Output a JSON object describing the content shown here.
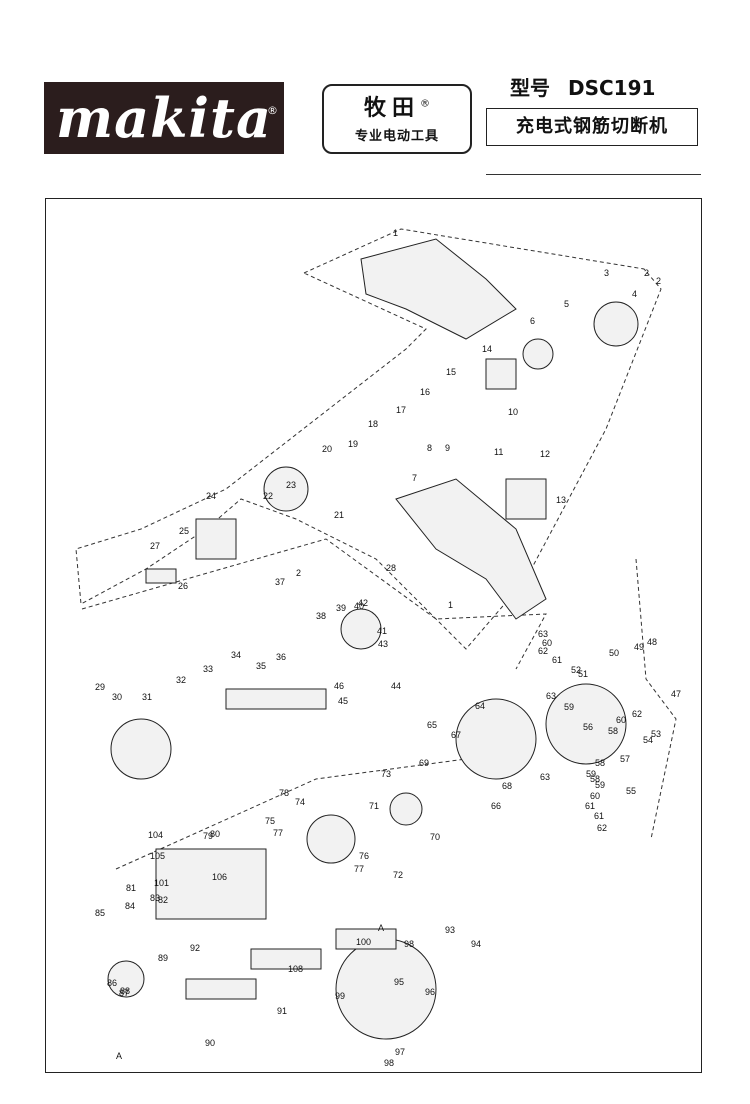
{
  "header": {
    "logo_text": "makita",
    "logo_reg": "®",
    "brand_cn": "牧田",
    "brand_reg": "®",
    "brand_sub": "专业电动工具",
    "model_label": "型号",
    "model_number": "DSC191",
    "product_name": "充电式钢筋切断机"
  },
  "diagram": {
    "labels": [
      "1",
      "2",
      "2",
      "3",
      "4",
      "5",
      "6",
      "7",
      "8",
      "9",
      "10",
      "11",
      "12",
      "13",
      "14",
      "15",
      "16",
      "17",
      "18",
      "19",
      "20",
      "21",
      "22",
      "23",
      "24",
      "25",
      "26",
      "27",
      "28",
      "1",
      "2",
      "29",
      "30",
      "31",
      "32",
      "33",
      "34",
      "35",
      "36",
      "37",
      "38",
      "39",
      "40",
      "41",
      "42",
      "43",
      "44",
      "45",
      "46",
      "47",
      "48",
      "49",
      "50",
      "51",
      "52",
      "53",
      "54",
      "55",
      "56",
      "57",
      "58",
      "58",
      "58",
      "59",
      "59",
      "59",
      "60",
      "60",
      "60",
      "61",
      "61",
      "61",
      "62",
      "62",
      "62",
      "63",
      "63",
      "63",
      "64",
      "65",
      "66",
      "67",
      "68",
      "69",
      "70",
      "71",
      "72",
      "73",
      "74",
      "75",
      "76",
      "77",
      "77",
      "78",
      "79",
      "80",
      "81",
      "82",
      "83",
      "84",
      "85",
      "86",
      "87",
      "88",
      "89",
      "90",
      "91",
      "92",
      "93",
      "94",
      "95",
      "96",
      "97",
      "98",
      "98",
      "99",
      "100",
      "101",
      "104",
      "105",
      "106",
      "108",
      "A",
      "A"
    ]
  }
}
